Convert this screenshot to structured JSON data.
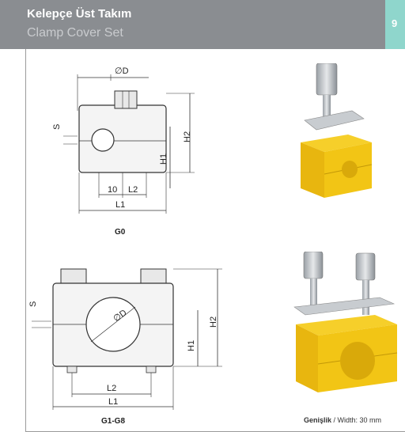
{
  "header": {
    "title": "Kelepçe Üst Takım",
    "subtitle": "Clamp Cover Set",
    "page_number": "9",
    "accent_color": "#8fd6cc",
    "bar_color": "#8a8d91"
  },
  "drawing_g0": {
    "caption": "G0",
    "labels": {
      "diameter": "∅D",
      "s": "S",
      "h1": "H1",
      "h2": "H2",
      "ten": "10",
      "l2": "L2",
      "l1": "L1"
    }
  },
  "drawing_g1": {
    "caption": "G1-G8",
    "labels": {
      "diameter": "∅D",
      "s": "S",
      "h1": "H1",
      "h2": "H2",
      "l2": "L2",
      "l1": "L1"
    }
  },
  "footer": {
    "width_label_tr": "Genişlik",
    "separator": " / ",
    "width_label_en": "Width: 30 mm"
  },
  "photos": {
    "top": "single-bolt-clamp-photo",
    "bottom": "double-bolt-clamp-photo",
    "clamp_color": "#f2c515"
  }
}
